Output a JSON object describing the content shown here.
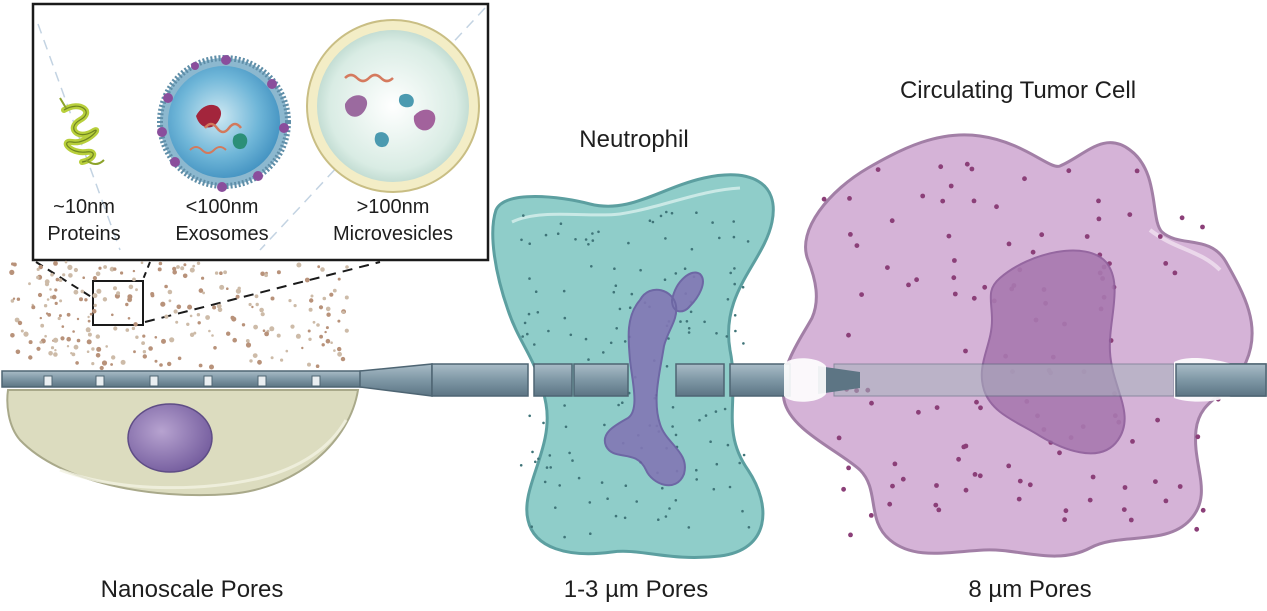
{
  "inset": {
    "items": [
      {
        "size": "~10nm",
        "name": "Proteins"
      },
      {
        "size": "<100nm",
        "name": "Exosomes"
      },
      {
        "size": ">100nm",
        "name": "Microvesicles"
      }
    ]
  },
  "cells": {
    "neutrophil": "Neutrophil",
    "tumor": "Circulating Tumor Cell"
  },
  "pores": {
    "nano": "Nanoscale Pores",
    "micro": "1-3 µm Pores",
    "large": "8 µm Pores"
  },
  "colors": {
    "membrane": "#7e97a5",
    "membrane_dark": "#4e6573",
    "epithelial": "#dcdcbf",
    "nucleus": "#8a72ad",
    "neutrophil": "#8fcdc9",
    "tumor": "#d5b3d7",
    "tumor_nucleus": "#a879b0"
  },
  "icons": [
    "protein-helix-icon",
    "exosome-icon",
    "microvesicle-icon"
  ]
}
